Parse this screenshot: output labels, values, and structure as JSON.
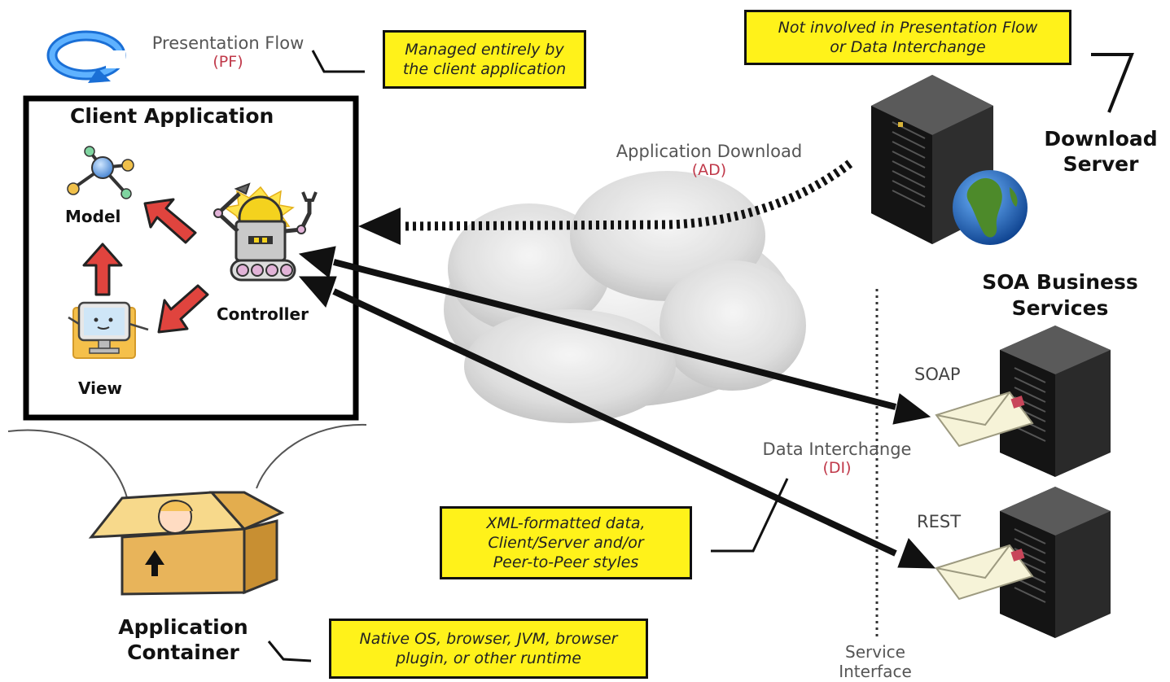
{
  "presentation_flow": {
    "label": "Presentation Flow",
    "abbr": "(PF)"
  },
  "client_application": {
    "title": "Client Application",
    "model": "Model",
    "view": "View",
    "controller": "Controller"
  },
  "notes": {
    "managed": [
      "Managed entirely by",
      "the client application"
    ],
    "not_involved": [
      "Not involved in Presentation Flow",
      "or Data Interchange"
    ],
    "xml": [
      "XML-formatted data,",
      "Client/Server and/or",
      "Peer-to-Peer styles"
    ],
    "container": [
      "Native OS, browser, JVM, browser",
      "plugin, or other runtime"
    ]
  },
  "application_download": {
    "label": "Application Download",
    "abbr": "(AD)"
  },
  "download_server": [
    "Download",
    "Server"
  ],
  "soa": {
    "title": [
      "SOA Business",
      "Services"
    ],
    "soap": "SOAP",
    "rest": "REST"
  },
  "data_interchange": {
    "label": "Data Interchange",
    "abbr": "(DI)"
  },
  "service_interface": [
    "Service",
    "Interface"
  ],
  "application_container": [
    "Application",
    "Container"
  ],
  "colors": {
    "note_fill": "#fff21a",
    "red_arrow": "#e0443e",
    "abbr_red": "#c0394a"
  },
  "icons": [
    "refresh-icon",
    "network-model-icon",
    "monitor-view-icon",
    "robot-controller-icon",
    "cloud-icon",
    "server-icon",
    "globe-icon",
    "envelope-icon",
    "box-icon"
  ]
}
